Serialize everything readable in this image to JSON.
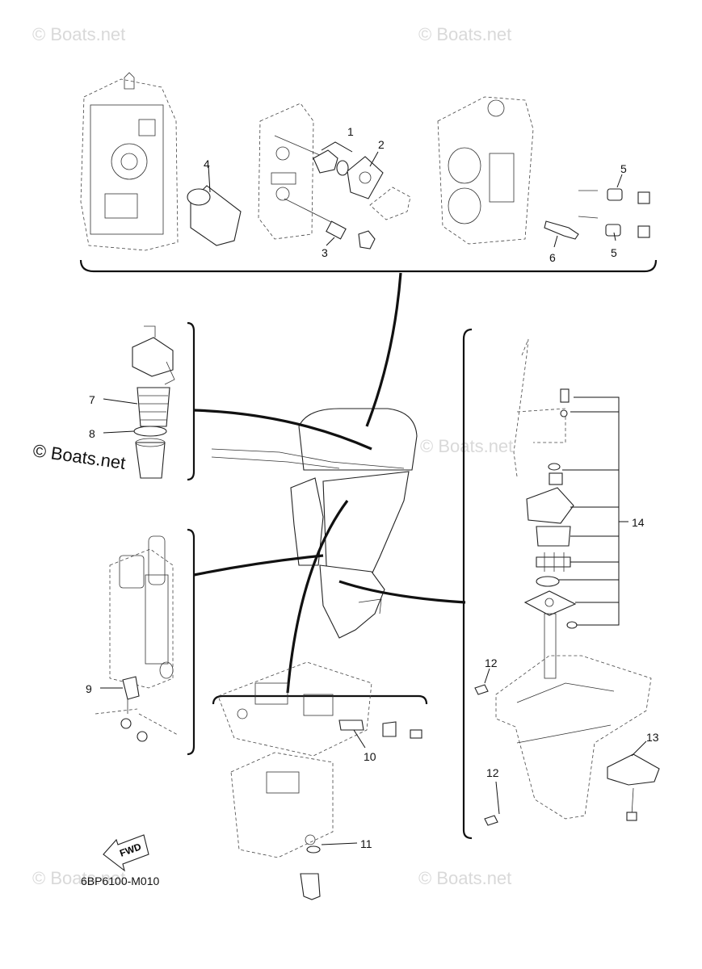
{
  "diagram": {
    "code": "6BP6100-M010",
    "fwd_label": "FWD",
    "watermark": "© Boats.net",
    "callouts": {
      "c1": "1",
      "c2": "2",
      "c3": "3",
      "c4": "4",
      "c5a": "5",
      "c5b": "5",
      "c6": "6",
      "c7": "7",
      "c8": "8",
      "c9": "9",
      "c10": "10",
      "c11": "11",
      "c12a": "12",
      "c12b": "12",
      "c13": "13",
      "c14": "14"
    }
  }
}
